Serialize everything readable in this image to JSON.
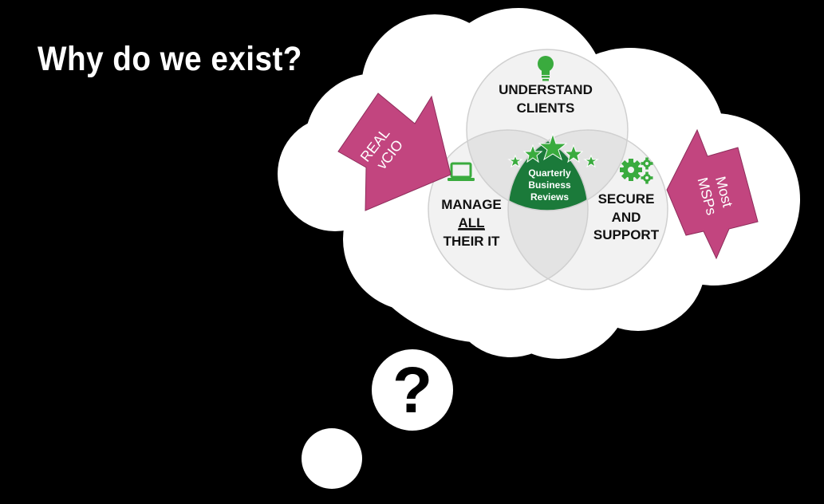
{
  "title": "Why do we exist?",
  "arrows": {
    "left": {
      "line1": "REAL",
      "line2": "vCIO"
    },
    "right": {
      "line1": "Most",
      "line2": "MSPs"
    }
  },
  "circles": {
    "top": {
      "line1": "UNDERSTAND",
      "line2": "CLIENTS"
    },
    "left": {
      "line1": "MANAGE",
      "line2": "ALL",
      "line3": "THEIR IT"
    },
    "right": {
      "line1": "SECURE",
      "line2": "AND",
      "line3": "SUPPORT"
    }
  },
  "center": {
    "line1": "Quarterly",
    "line2": "Business",
    "line3": "Reviews"
  },
  "question": "?",
  "colors": {
    "background": "#000000",
    "cloud": "#ffffff",
    "arrow": "#c2457f",
    "center": "#1b7a3a",
    "icon": "#3aab3e",
    "circle_fill": "#f2f2f2",
    "circle_overlap": "#e3e3e3",
    "circle_stroke": "#d0d0d0"
  },
  "icons": {
    "top": "lightbulb-icon",
    "left": "laptop-icon",
    "right": "gears-icon",
    "center": "stars-icon"
  }
}
